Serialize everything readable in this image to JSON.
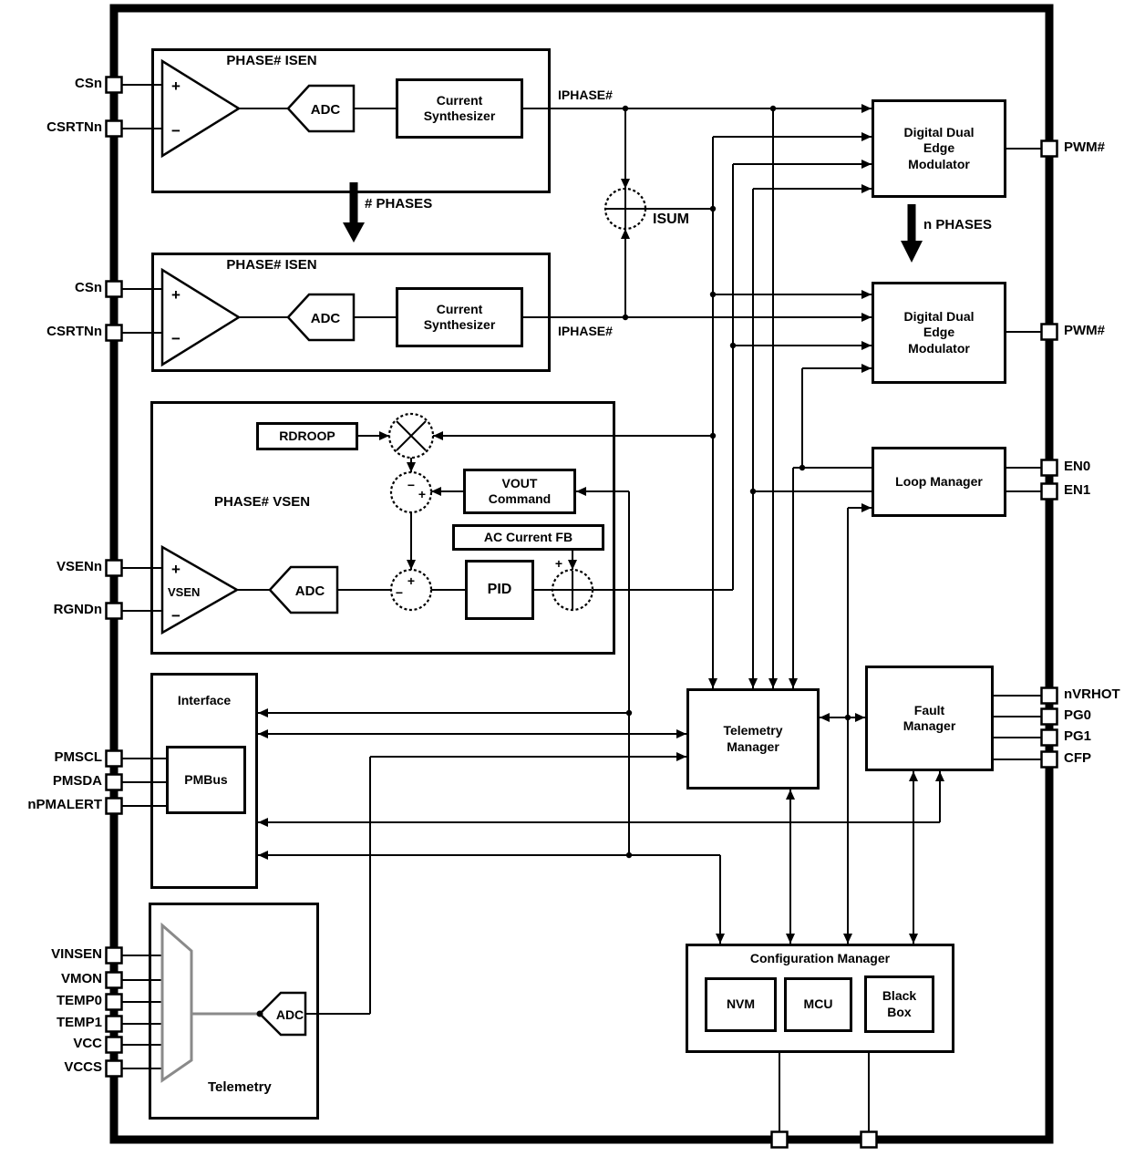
{
  "blocks": {
    "isen1_title": "PHASE# ISEN",
    "isen2_title": "PHASE# ISEN",
    "current_synthesizer": "Current Synthesizer",
    "adc": "ADC",
    "modulator": "Digital Dual Edge Modulator",
    "loop_manager": "Loop Manager",
    "vsen_title": "PHASE# VSEN",
    "rdroop": "RDROOP",
    "vout_command": "VOUT Command",
    "ac_current_fb": "AC Current FB",
    "pid": "PID",
    "vsen_amp": "VSEN",
    "interface": "Interface",
    "pmbus": "PMBus",
    "telemetry_manager": "Telemetry Manager",
    "fault_manager": "Fault Manager",
    "configuration_manager": "Configuration Manager",
    "nvm": "NVM",
    "mcu": "MCU",
    "black_box": "Black Box",
    "telemetry": "Telemetry"
  },
  "annotations": {
    "iphase1": "IPHASE#",
    "iphase2": "IPHASE#",
    "isum": "ISUM",
    "num_phases": "# PHASES",
    "n_phases": "n PHASES",
    "plus": "+",
    "minus": "−"
  },
  "pins": {
    "left": [
      "CSn",
      "CSRTNn",
      "CSn",
      "CSRTNn",
      "VSENn",
      "RGNDn",
      "PMSCL",
      "PMSDA",
      "nPMALERT",
      "VINSEN",
      "VMON",
      "TEMP0",
      "TEMP1",
      "VCC",
      "VCCS"
    ],
    "right": [
      "PWM#",
      "PWM#",
      "EN0",
      "EN1",
      "nVRHOT",
      "PG0",
      "PG1",
      "CFP"
    ]
  }
}
